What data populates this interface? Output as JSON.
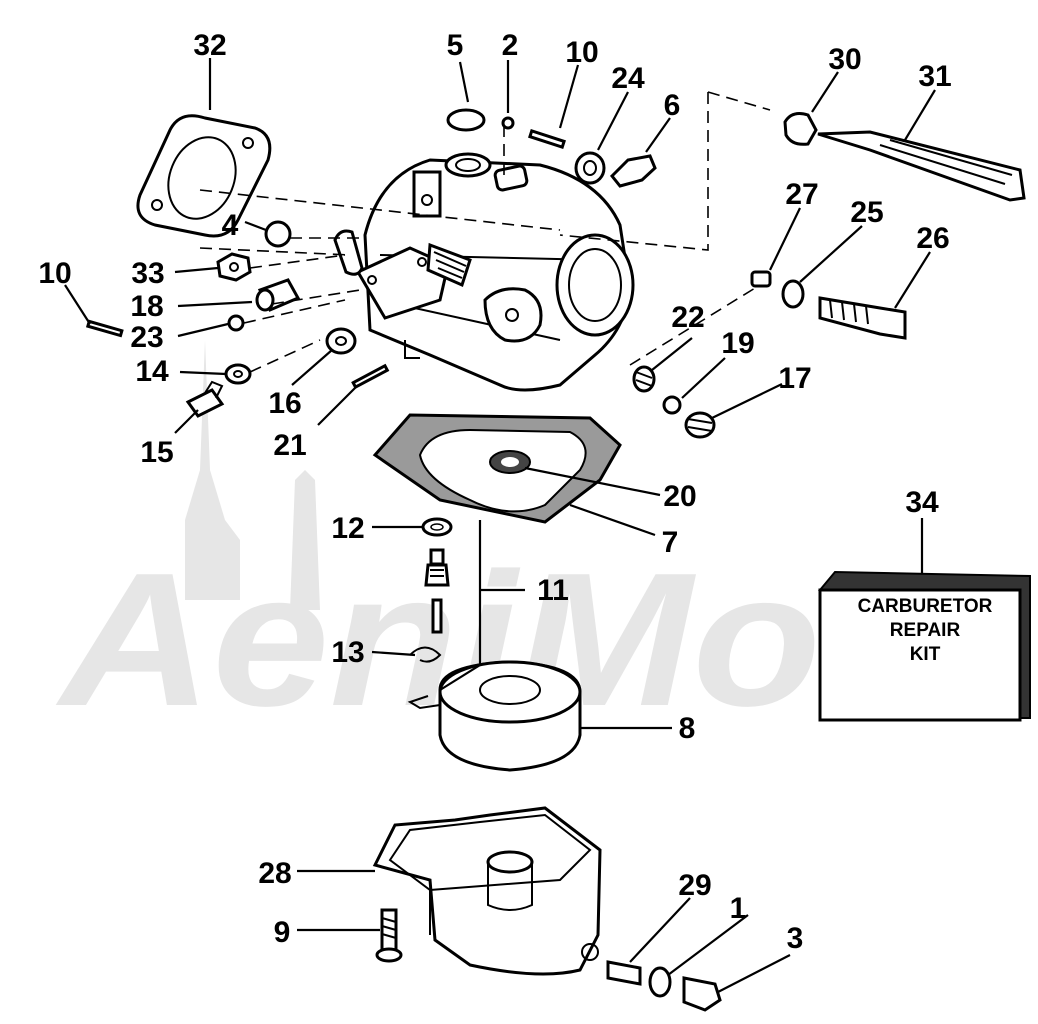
{
  "diagram": {
    "callouts": [
      "1",
      "2",
      "3",
      "4",
      "5",
      "6",
      "7",
      "8",
      "9",
      "10",
      "10",
      "11",
      "12",
      "13",
      "14",
      "15",
      "16",
      "17",
      "18",
      "19",
      "20",
      "21",
      "22",
      "23",
      "24",
      "25",
      "26",
      "27",
      "28",
      "29",
      "30",
      "31",
      "32",
      "33",
      "34"
    ],
    "kit_box": {
      "line1": "CARBURETOR",
      "line2": "REPAIR",
      "line3": "KIT"
    },
    "watermark": "AeniMoto"
  }
}
